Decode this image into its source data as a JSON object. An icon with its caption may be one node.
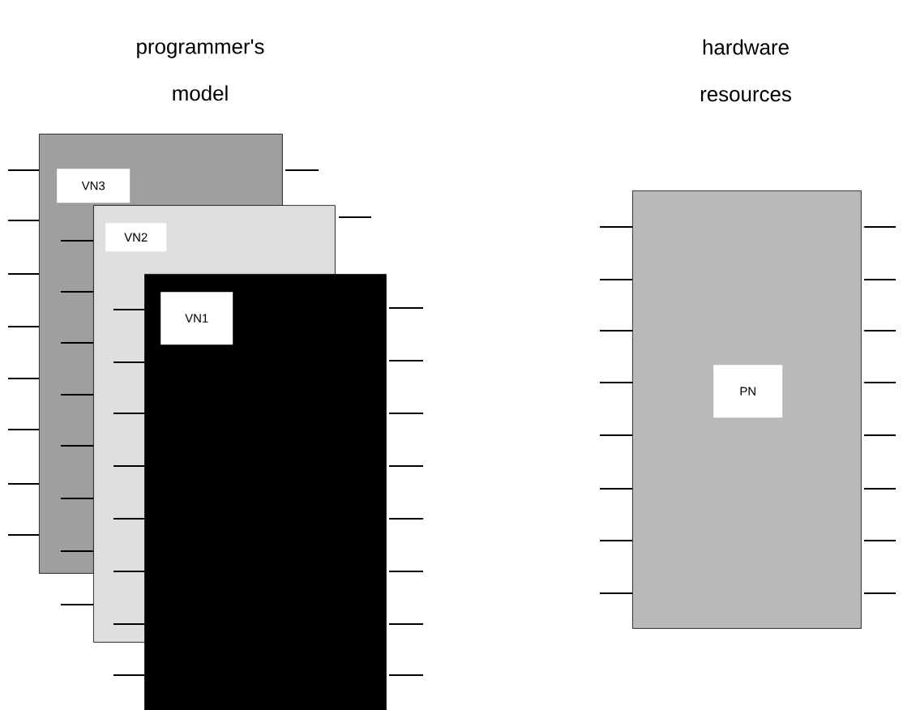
{
  "diagram": {
    "nodes": [
      {
        "text": [
          "VN3"
        ]
      },
      {
        "text": [
          "VN2"
        ]
      },
      {
        "text": [
          "VN1"
        ]
      },
      {
        "text": [
          "PN"
        ]
      }
    ],
    "labels": [
      "programmer's model",
      "hardware resources"
    ]
  }
}
